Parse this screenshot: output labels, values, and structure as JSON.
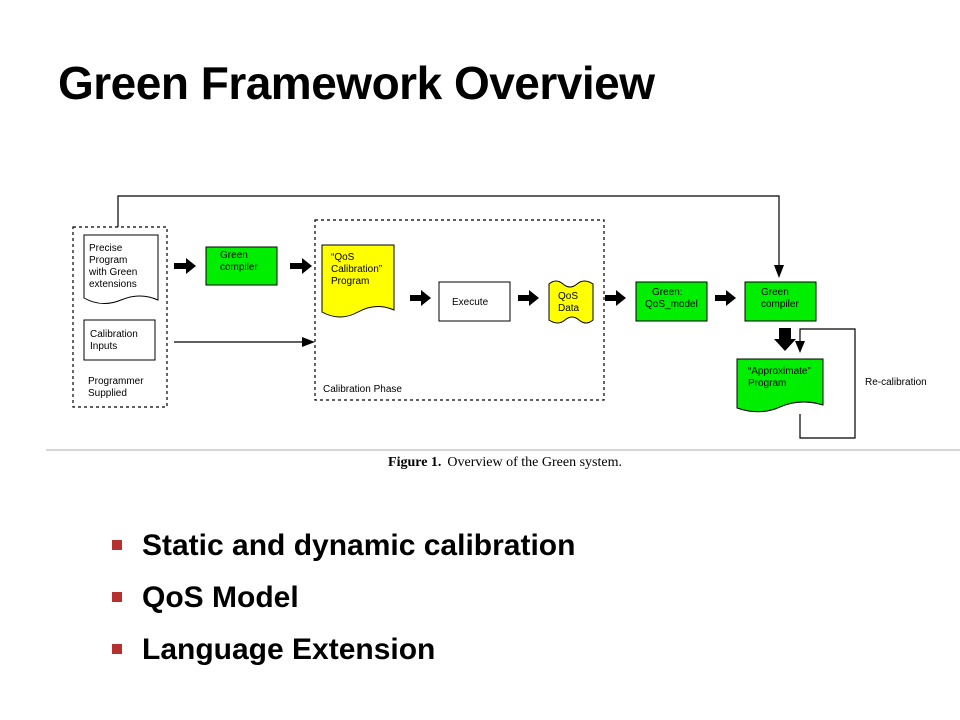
{
  "slide": {
    "title": "Green Framework Overview"
  },
  "diagram": {
    "programmer_box": {
      "precise_program": [
        "Precise",
        "Program",
        "with Green",
        "extensions"
      ],
      "calibration_inputs": [
        "Calibration",
        "Inputs"
      ],
      "label": [
        "Programmer",
        "Supplied"
      ]
    },
    "green_compiler_1": [
      "Green",
      "compiler"
    ],
    "qos_calibration_program": [
      "“QoS",
      "Calibration”",
      "Program"
    ],
    "execute": "Execute",
    "qos_data": [
      "QoS",
      "Data"
    ],
    "calibration_phase_label": "Calibration Phase",
    "green_qos_model": [
      "Green:",
      "QoS_model"
    ],
    "green_compiler_2": [
      "Green",
      "compiler"
    ],
    "approximate_program": [
      "“Approximate”",
      "Program"
    ],
    "recalibration_label": "Re-calibration"
  },
  "caption": {
    "label": "Figure 1.",
    "text": "Overview of the Green system."
  },
  "bullets": [
    "Static and dynamic calibration",
    "QoS Model",
    "Language Extension"
  ],
  "colors": {
    "green_box": "#00ee00",
    "yellow_box": "#ffff00",
    "bullet_marker": "#b5302f"
  }
}
